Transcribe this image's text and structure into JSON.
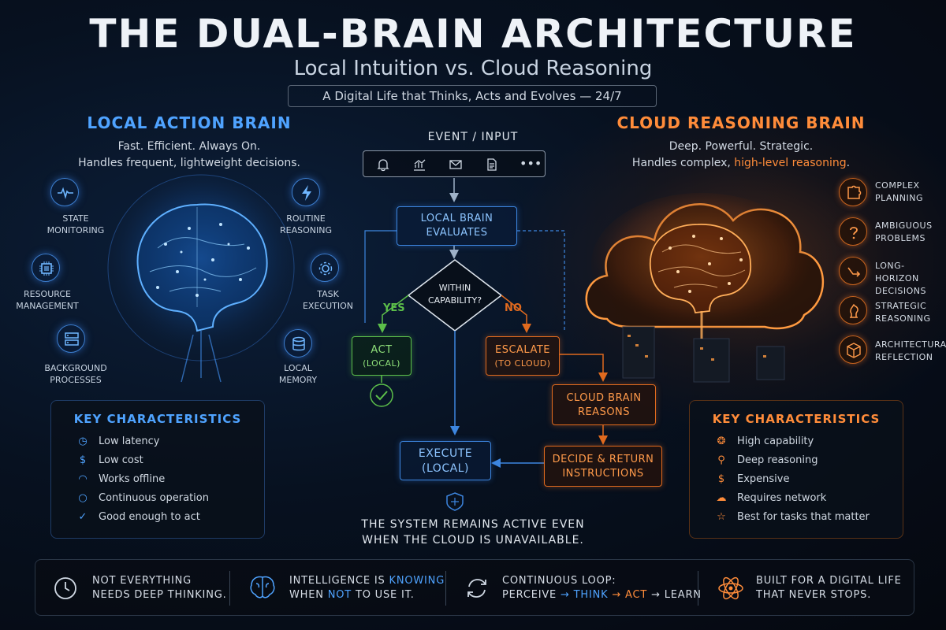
{
  "header": {
    "title": "THE DUAL-BRAIN ARCHITECTURE",
    "subtitle": "Local Intuition vs. Cloud Reasoning",
    "tagline": "A Digital Life that Thinks, Acts and Evolves — 24/7"
  },
  "local": {
    "title": "LOCAL ACTION BRAIN",
    "desc_line1": "Fast. Efficient. Always On.",
    "desc_line2": "Handles frequent, lightweight decisions.",
    "capabilities": [
      {
        "line1": "STATE",
        "line2": "MONITORING",
        "icon": "pulse-icon"
      },
      {
        "line1": "RESOURCE",
        "line2": "MANAGEMENT",
        "icon": "chip-icon"
      },
      {
        "line1": "BACKGROUND",
        "line2": "PROCESSES",
        "icon": "server-icon"
      },
      {
        "line1": "ROUTINE",
        "line2": "REASONING",
        "icon": "lightning-icon"
      },
      {
        "line1": "TASK",
        "line2": "EXECUTION",
        "icon": "gear-icon"
      },
      {
        "line1": "LOCAL",
        "line2": "MEMORY",
        "icon": "database-icon"
      }
    ],
    "key_title": "KEY CHARACTERISTICS",
    "key_items": [
      {
        "text": "Low latency",
        "icon": "clock-icon"
      },
      {
        "text": "Low cost",
        "icon": "dollar-icon"
      },
      {
        "text": "Works offline",
        "icon": "wifi-icon"
      },
      {
        "text": "Continuous operation",
        "icon": "cycle-icon"
      },
      {
        "text": "Good enough to act",
        "icon": "check-icon"
      }
    ]
  },
  "cloud": {
    "title": "CLOUD REASONING BRAIN",
    "desc_line1": "Deep. Powerful. Strategic.",
    "desc_line2_a": "Handles complex, ",
    "desc_line2_b": "high-level reasoning",
    "desc_line2_c": ".",
    "items": [
      {
        "line1": "COMPLEX",
        "line2": "PLANNING",
        "icon": "puzzle-icon"
      },
      {
        "line1": "AMBIGUOUS",
        "line2": "PROBLEMS",
        "icon": "question-icon"
      },
      {
        "line1": "LONG-HORIZON",
        "line2": "DECISIONS",
        "icon": "arrow-turn-icon"
      },
      {
        "line1": "STRATEGIC",
        "line2": "REASONING",
        "icon": "chess-knight-icon"
      },
      {
        "line1": "ARCHITECTURAL",
        "line2": "REFLECTION",
        "icon": "cube-icon"
      }
    ],
    "key_title": "KEY CHARACTERISTICS",
    "key_items": [
      {
        "text": "High capability",
        "icon": "brain-icon"
      },
      {
        "text": "Deep reasoning",
        "icon": "search-icon"
      },
      {
        "text": "Expensive",
        "icon": "dollar-icon"
      },
      {
        "text": "Requires network",
        "icon": "cloud-icon"
      },
      {
        "text": "Best for tasks that matter",
        "icon": "star-icon"
      }
    ]
  },
  "flow": {
    "event_label": "EVENT / INPUT",
    "event_icons": [
      "bell-icon",
      "chart-icon",
      "mail-icon",
      "document-icon",
      "more-icon"
    ],
    "evaluate_line1": "LOCAL BRAIN",
    "evaluate_line2": "EVALUATES",
    "decision_line1": "WITHIN",
    "decision_line2": "CAPABILITY?",
    "yes": "YES",
    "no": "NO",
    "act_line1": "ACT",
    "act_line2": "(LOCAL)",
    "escalate_line1": "ESCALATE",
    "escalate_line2": "(TO CLOUD)",
    "cloud_reasons_line1": "CLOUD BRAIN",
    "cloud_reasons_line2": "REASONS",
    "decide_line1": "DECIDE & RETURN",
    "decide_line2": "INSTRUCTIONS",
    "execute_line1": "EXECUTE",
    "execute_line2": "(LOCAL)",
    "note_line1": "THE SYSTEM REMAINS ACTIVE EVEN",
    "note_line2": "WHEN THE CLOUD IS UNAVAILABLE."
  },
  "footer": {
    "p1_line1": "NOT EVERYTHING",
    "p1_line2": "NEEDS DEEP THINKING.",
    "p2_line1_a": "INTELLIGENCE IS ",
    "p2_line1_b": "KNOWING",
    "p2_line2_a": "WHEN ",
    "p2_line2_b": "NOT",
    "p2_line2_c": " TO USE IT.",
    "p3_line1": "CONTINUOUS LOOP:",
    "p3_perceive": "PERCEIVE",
    "p3_think": "THINK",
    "p3_act": "ACT",
    "p3_learn": "LEARN",
    "p3_arrow": "→",
    "p4_line1": "BUILT FOR A DIGITAL LIFE",
    "p4_line2": "THAT NEVER STOPS."
  },
  "colors": {
    "local_accent": "#4fa3ff",
    "cloud_accent": "#ff8c3a",
    "yes_green": "#5cbf4a",
    "background": "#05080f"
  }
}
